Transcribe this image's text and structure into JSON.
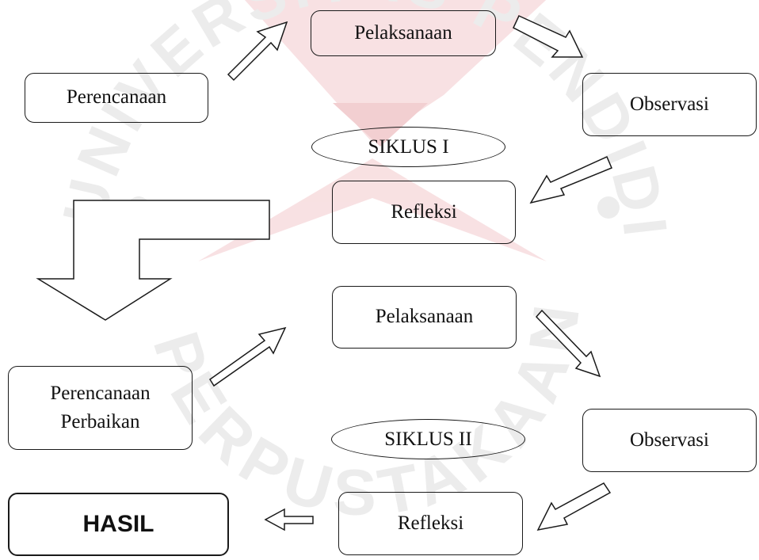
{
  "watermark": {
    "color": "#f3c9cc",
    "accent": "#e9a8ad",
    "arc_top": "UNIVERSITAS PENDIDIKAN INDONESIA",
    "arc_bottom": "PERPUSTAKAAN"
  },
  "cycle1": {
    "planning": "Perencanaan",
    "action": "Pelaksanaan",
    "observation": "Observasi",
    "label": "SIKLUS I",
    "reflection": "Refleksi"
  },
  "cycle2": {
    "planning_line1": "Perencanaan",
    "planning_line2": "Perbaikan",
    "action": "Pelaksanaan",
    "observation": "Observasi",
    "label": "SIKLUS II",
    "reflection": "Refleksi"
  },
  "result": "HASIL"
}
